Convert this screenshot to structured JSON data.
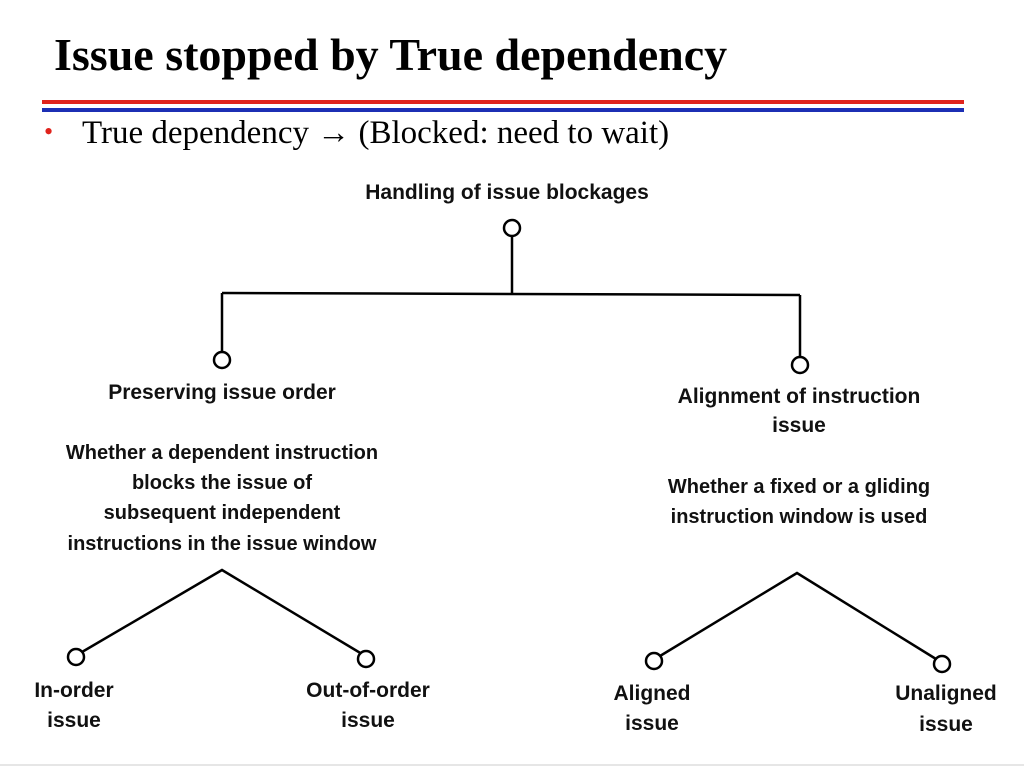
{
  "slide": {
    "title": "Issue stopped by True dependency",
    "bullet": {
      "text": "True dependency",
      "arrow": "→",
      "tail": "(Blocked: need to wait)"
    },
    "colors": {
      "rule_top": "#e0231c",
      "rule_bottom": "#1c2fb4",
      "bullet": "#e0231c"
    }
  },
  "diagram": {
    "root": {
      "label": "Handling of issue blockages"
    },
    "left": {
      "label": "Preserving issue order",
      "description": [
        "Whether a dependent instruction",
        "blocks the issue of",
        "subsequent independent",
        "instructions in the issue window"
      ],
      "children": [
        {
          "lines": [
            "In-order",
            "issue"
          ]
        },
        {
          "lines": [
            "Out-of-order",
            "issue"
          ]
        }
      ]
    },
    "right": {
      "label": [
        "Alignment of instruction",
        "issue"
      ],
      "description": [
        "Whether a fixed or a gliding",
        "instruction window is used"
      ],
      "children": [
        {
          "lines": [
            "Aligned",
            "issue"
          ]
        },
        {
          "lines": [
            "Unaligned",
            "issue"
          ]
        }
      ]
    }
  }
}
